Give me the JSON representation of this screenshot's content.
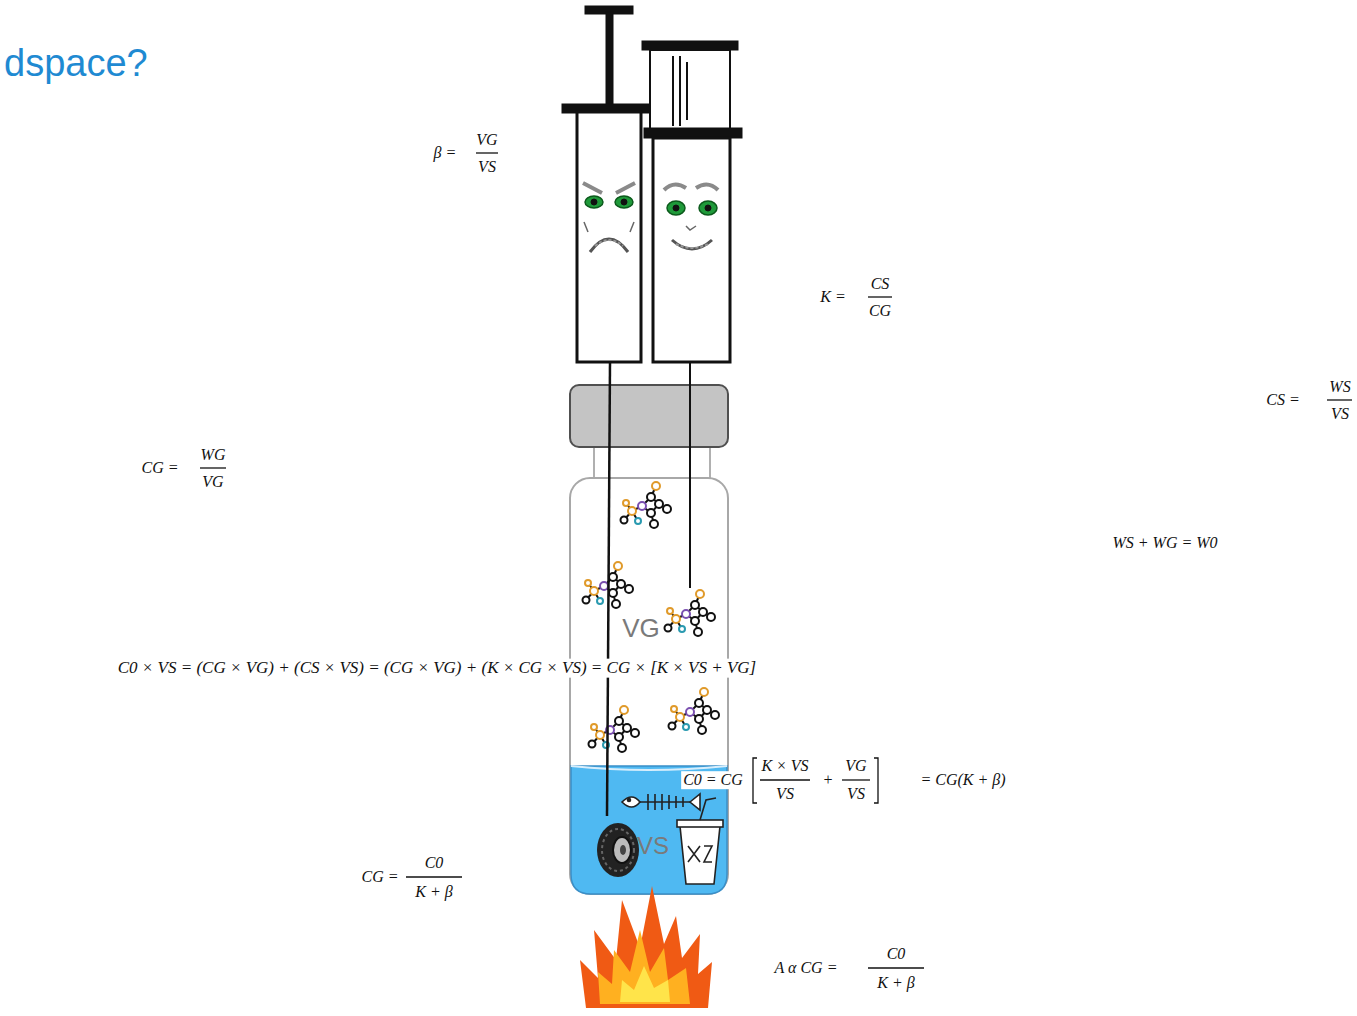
{
  "diagram": {
    "title": "dspace?",
    "labels": [
      "β =",
      "VG",
      "VS",
      "K =",
      "CS",
      "CG",
      "CS =",
      "WS",
      "VS",
      "CG =",
      "WG",
      "VG",
      "WS + WG = W0",
      "C0 × VS = (CG × VG) + (CS × VS) = (CG × VG) + (K × CG × VS) = CG × [K × VS + VG]",
      "VG",
      "C0 = CG",
      "K × VS",
      "VS",
      "+",
      "VG",
      "VS",
      "= CG(K + β)",
      "VS",
      "CG =",
      "C0",
      "K + β",
      "A α CG =",
      "C0",
      "K + β"
    ]
  }
}
